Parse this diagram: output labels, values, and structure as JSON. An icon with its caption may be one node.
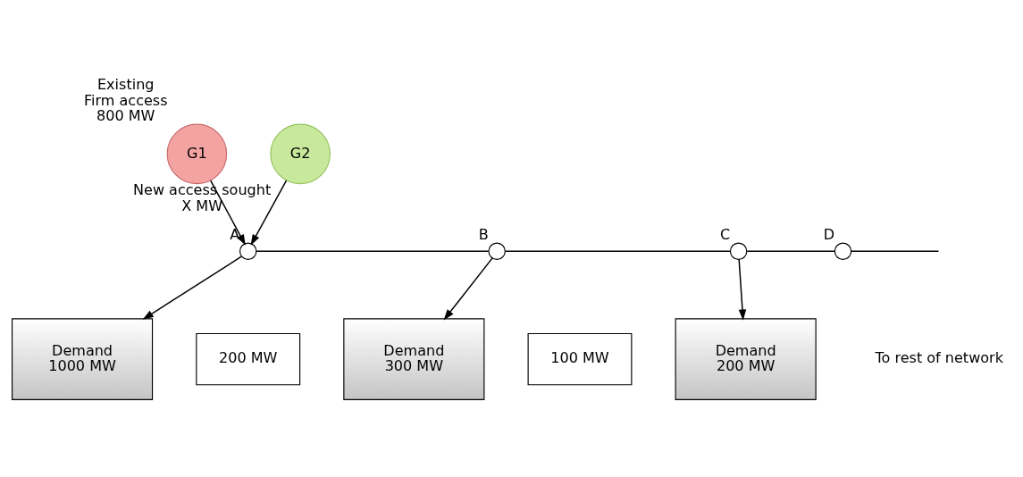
{
  "diagram": {
    "nodes": [
      {
        "text": [
          "G1"
        ],
        "beside": [
          "Existing",
          "Firm access",
          "800 MW"
        ]
      },
      {
        "text": [
          "G2"
        ],
        "beside": [
          "New access sought",
          "X MW"
        ]
      },
      {
        "text": [],
        "shape": "circle",
        "beside": [
          "A"
        ]
      },
      {
        "text": [],
        "shape": "circle",
        "beside": [
          "B"
        ]
      },
      {
        "text": [],
        "shape": "circle",
        "beside": [
          "C"
        ]
      },
      {
        "text": [],
        "shape": "circle",
        "beside": [
          "D"
        ]
      },
      {
        "text": [
          "Demand",
          "1000 MW"
        ]
      },
      {
        "text": [
          "200 MW"
        ]
      },
      {
        "text": [
          "Demand",
          "300 MW"
        ]
      },
      {
        "text": [
          "100 MW"
        ]
      },
      {
        "text": [
          "Demand",
          "200 MW"
        ]
      }
    ],
    "edges": [
      {
        "from": 0,
        "to": 2,
        "arrow": "to"
      },
      {
        "from": 1,
        "to": 2,
        "arrow": "to"
      },
      {
        "from": 2,
        "to": 6,
        "arrow": "to"
      },
      {
        "from": 2,
        "to": 3,
        "arrow": "none"
      },
      {
        "from": 3,
        "to": 8,
        "arrow": "to"
      },
      {
        "from": 3,
        "to": 4,
        "arrow": "none"
      },
      {
        "from": 4,
        "to": 10,
        "arrow": "to"
      },
      {
        "from": 4,
        "to": 5,
        "arrow": "none"
      },
      {
        "from": 5,
        "to": null,
        "arrow": "none"
      }
    ],
    "labels": [
      "To rest of network"
    ]
  }
}
